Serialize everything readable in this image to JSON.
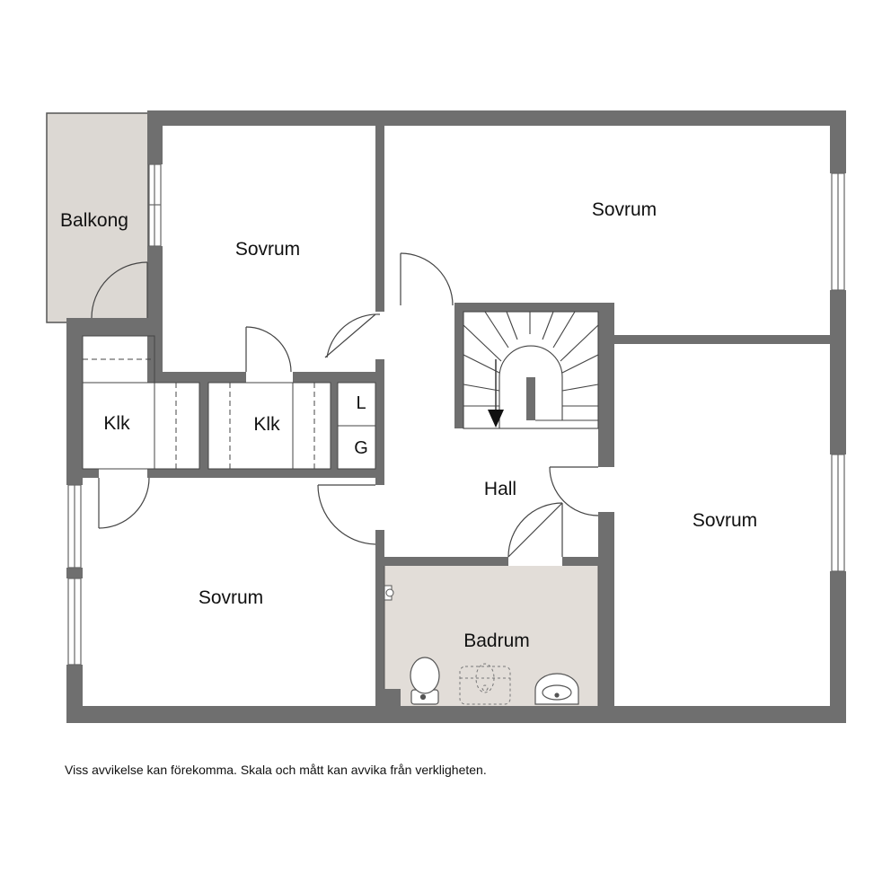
{
  "rooms": {
    "balkong": "Balkong",
    "sovrum_nw": "Sovrum",
    "sovrum_ne": "Sovrum",
    "klk_left": "Klk",
    "klk_mid": "Klk",
    "l": "L",
    "g": "G",
    "hall": "Hall",
    "sovrum_e": "Sovrum",
    "sovrum_sw": "Sovrum",
    "badrum": "Badrum"
  },
  "disclaimer": "Viss avvikelse kan förekomma. Skala och mått kan avvika från verkligheten.",
  "colors": {
    "wall": "#6f6f6f",
    "wet_floor": "#e2ddd8",
    "balcony_floor": "#dcd8d3",
    "line": "#333333"
  },
  "icons": [
    "door-swing",
    "window",
    "staircase-arrow",
    "toilet",
    "shower",
    "washbasin",
    "faucet"
  ]
}
